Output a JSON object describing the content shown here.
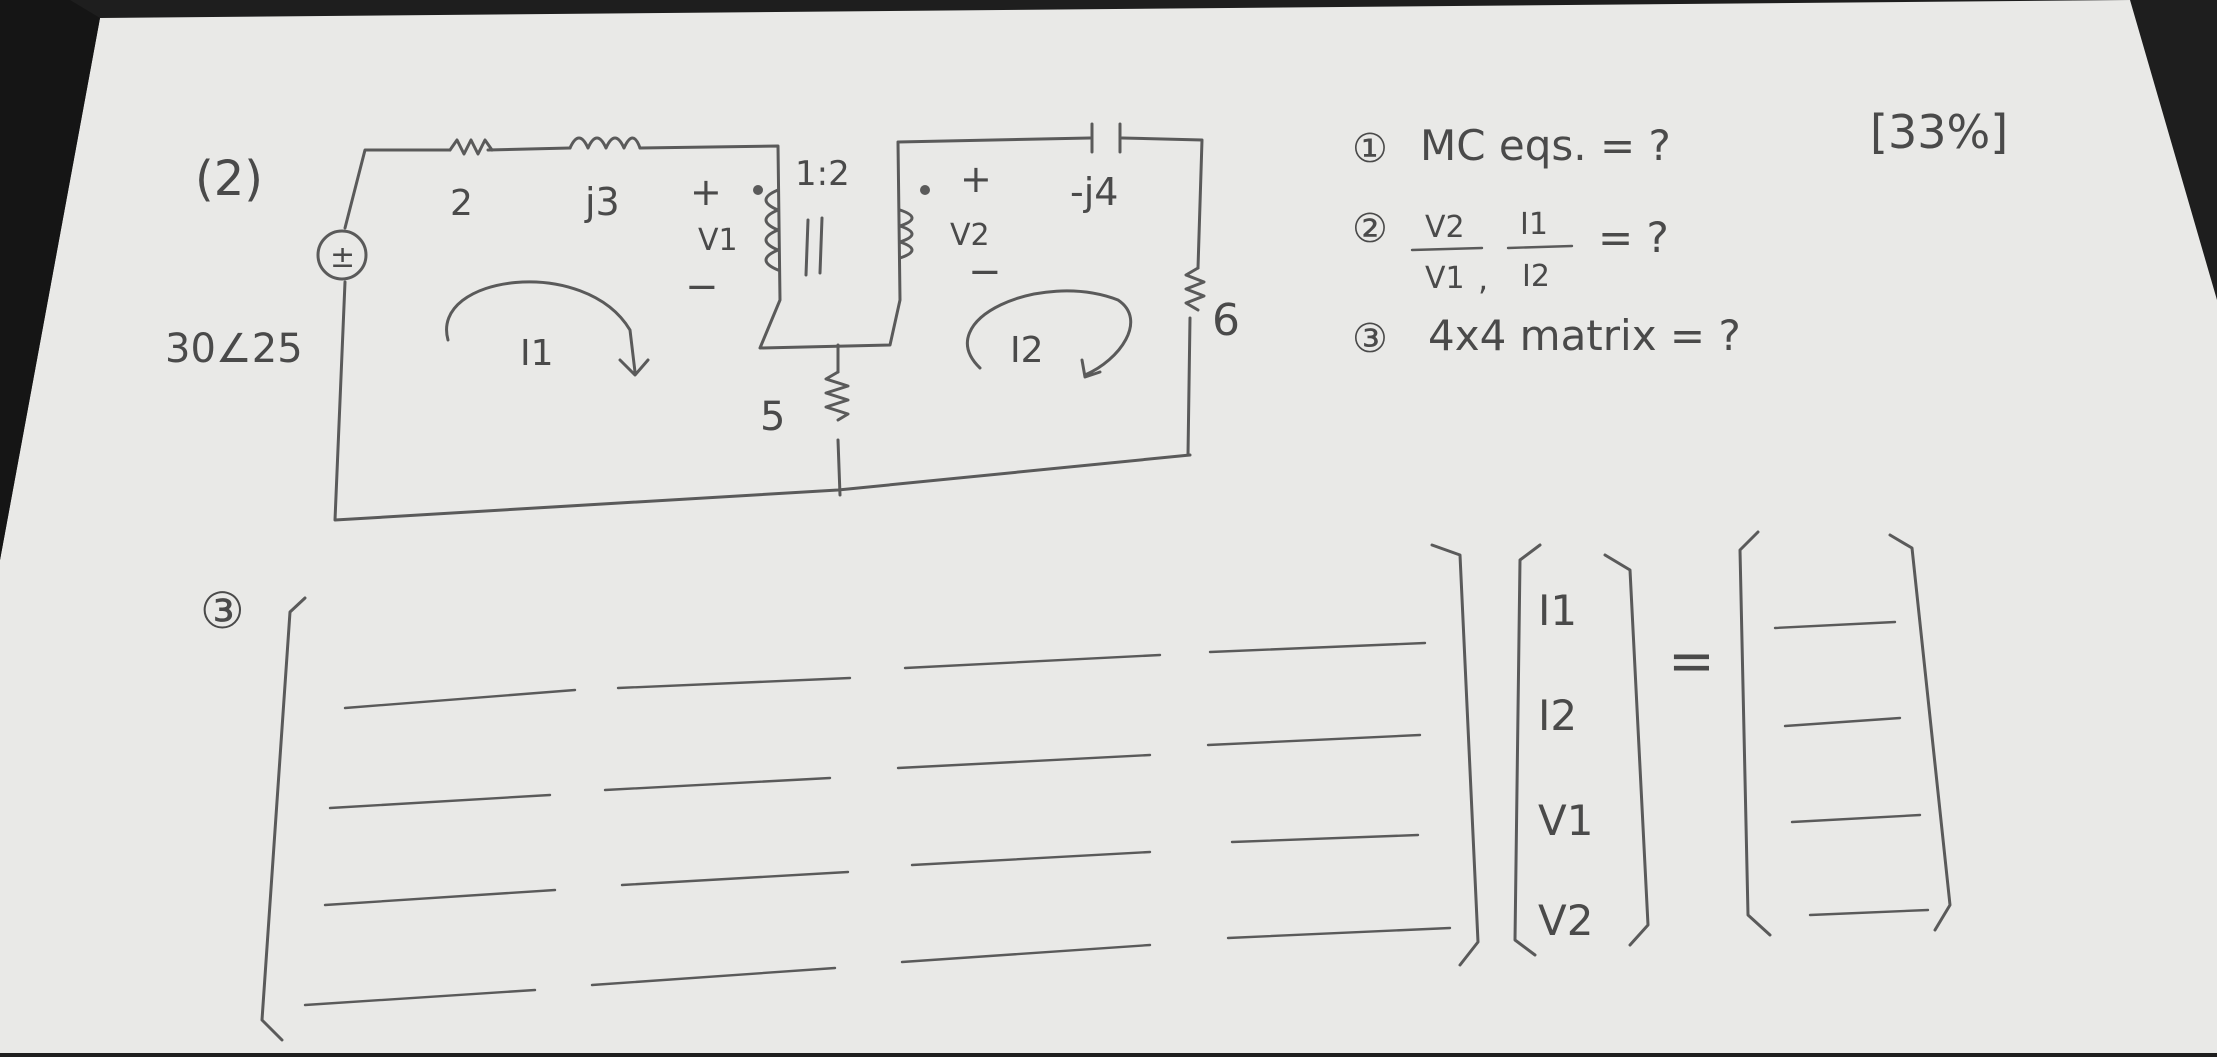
{
  "problem": {
    "number": "(2)",
    "weight": "[33%]",
    "questions": [
      {
        "mark": "①",
        "text": "MC eqs. = ?"
      },
      {
        "mark": "②",
        "text": "= ?"
      },
      {
        "mark": "③",
        "text": "4x4 matrix = ?"
      }
    ],
    "ratio": {
      "v_num": "V2",
      "v_den": "V1",
      "sep": ",",
      "i_num": "I1",
      "i_den": "I2"
    }
  },
  "circuit": {
    "source_value": "30∠25",
    "source_symbol": "±",
    "r1": "2",
    "l1": "j3",
    "transformer_ratio": "1:2",
    "v1_label": "V1",
    "v2_label": "V2",
    "plus": "+",
    "minus": "−",
    "cap": "-j4",
    "r6": "6",
    "r5": "5",
    "loop1": "I1",
    "loop2": "I2"
  },
  "matrix": {
    "label": "③",
    "equals": "=",
    "unknowns": [
      "I1",
      "I2",
      "V1",
      "V2"
    ]
  }
}
